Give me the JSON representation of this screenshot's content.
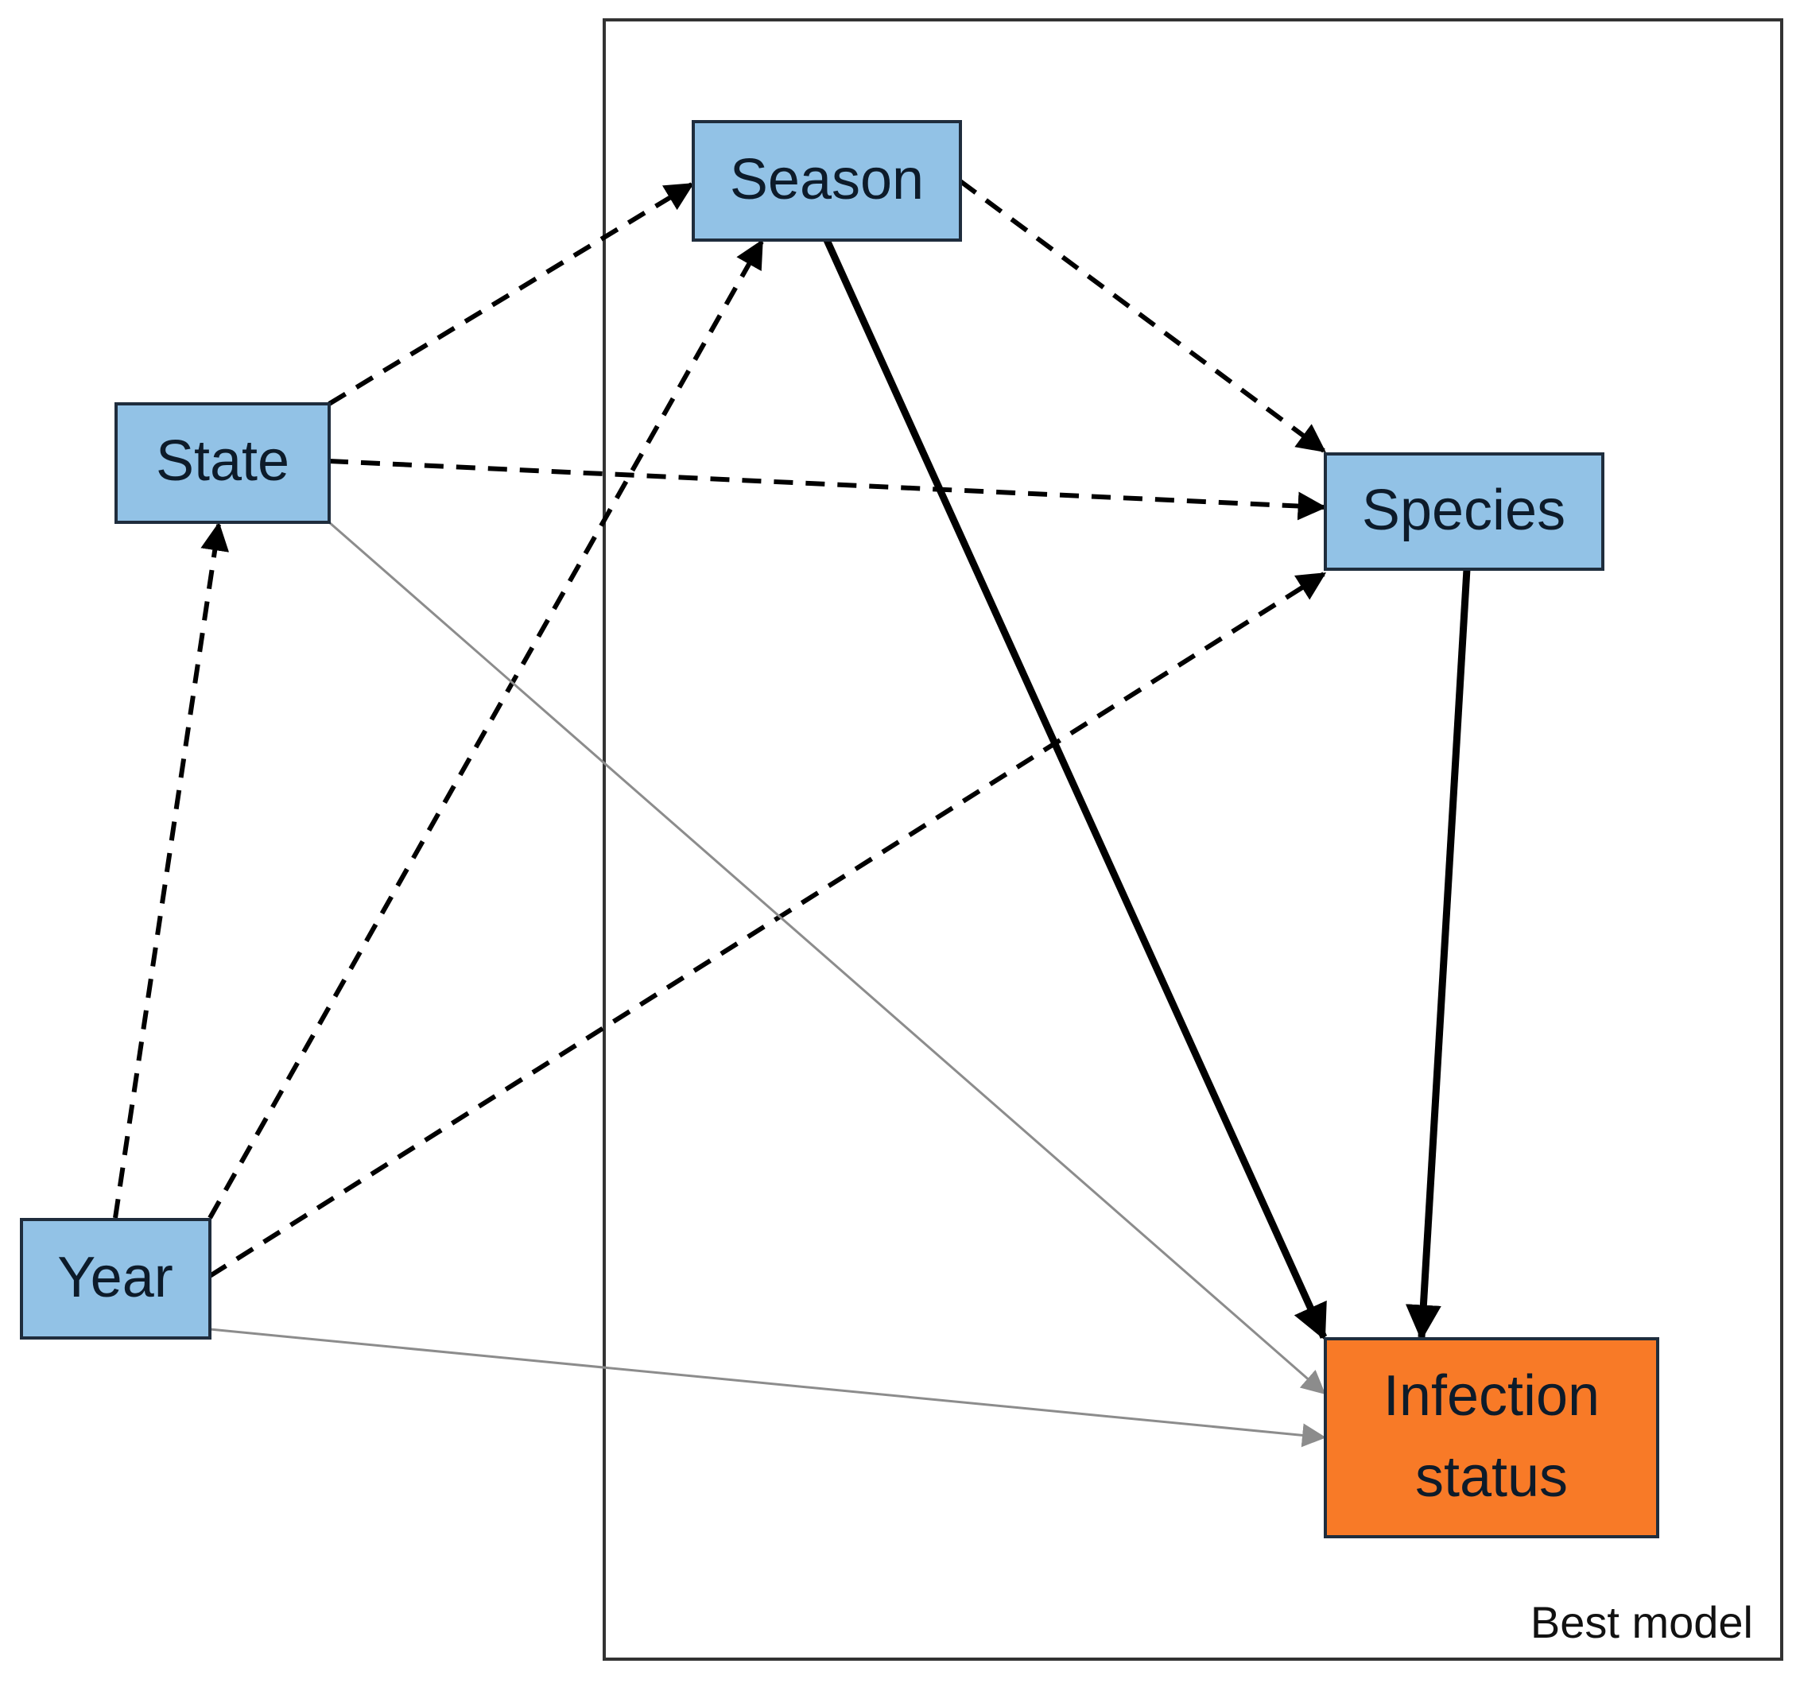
{
  "colors": {
    "node_fill": "#92c2e6",
    "outcome_fill": "#f87a27",
    "solid_edge": "#000000",
    "dashed_edge": "#000000",
    "thin_edge": "#8c8c8c",
    "frame": "#333333"
  },
  "frame": {
    "label": "Best model"
  },
  "nodes": {
    "season": {
      "label": "Season"
    },
    "state": {
      "label": "State"
    },
    "species": {
      "label": "Species"
    },
    "year": {
      "label": "Year"
    },
    "infection": {
      "label_line1": "Infection",
      "label_line2": "status"
    }
  },
  "edges": [
    {
      "from": "state",
      "to": "season",
      "style": "dashed"
    },
    {
      "from": "state",
      "to": "species",
      "style": "dashed"
    },
    {
      "from": "season",
      "to": "species",
      "style": "dashed"
    },
    {
      "from": "year",
      "to": "state",
      "style": "dashed"
    },
    {
      "from": "year",
      "to": "season",
      "style": "dashed"
    },
    {
      "from": "year",
      "to": "species",
      "style": "dashed"
    },
    {
      "from": "season",
      "to": "infection",
      "style": "solid"
    },
    {
      "from": "species",
      "to": "infection",
      "style": "solid"
    },
    {
      "from": "state",
      "to": "infection",
      "style": "thin"
    },
    {
      "from": "year",
      "to": "infection",
      "style": "thin"
    }
  ]
}
